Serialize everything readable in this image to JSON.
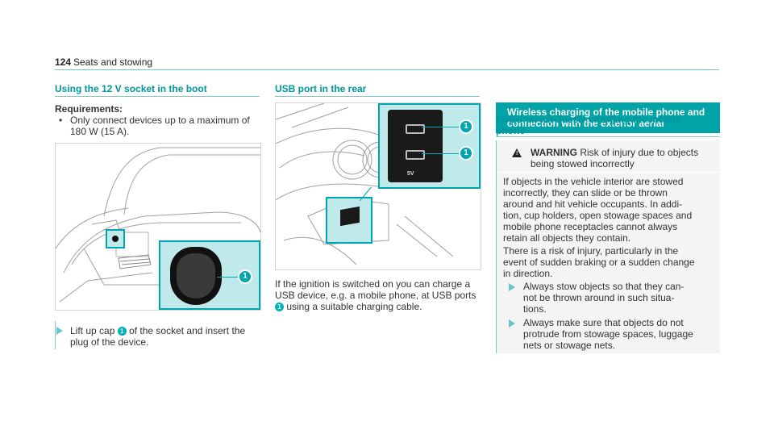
{
  "header": {
    "page_number": "124",
    "section": "Seats and stowing"
  },
  "col1": {
    "heading": "Using the 12 V socket in the boot",
    "requirements_label": "Requirements:",
    "requirement_item_1": "Only connect devices up to a maximum of",
    "requirement_item_2": "180 W (15 A).",
    "callout_number": "1",
    "step_text_a": "Lift up cap",
    "step_num": "1",
    "step_text_b": "of the socket and insert the",
    "step_text_c": "plug of the device."
  },
  "col2": {
    "heading": "USB port in the rear",
    "callout_1": "1",
    "callout_2": "1",
    "port_label": "5V",
    "text_1": "If the ignition is switched on you can charge a",
    "text_2": "USB device, e.g. a mobile phone, at USB ports",
    "text_num": "1",
    "text_3": "using a suitable charging cable."
  },
  "col3": {
    "bar_line_1": "Wireless charging of the mobile phone and",
    "bar_line_2": "connection with the exterior aerial",
    "subheading_1": "Notes on wirelessly charging the mobile",
    "subheading_2": "phone",
    "warning_label": "WARNING",
    "warning_title_1": "Risk of injury due to objects",
    "warning_title_2": "being stowed incorrectly",
    "p1": [
      "If objects in the vehicle interior are stowed",
      "incorrectly, they can slide or be thrown",
      "around and hit vehicle occupants. In addi-",
      "tion, cup holders, open stowage spaces and",
      "mobile phone receptacles cannot always",
      "retain all objects they contain."
    ],
    "p2": [
      "There is a risk of injury, particularly in the",
      "event of sudden braking or a sudden change",
      "in direction."
    ],
    "action_1": [
      "Always stow objects so that they can-",
      "not be thrown around in such situa-",
      "tions."
    ],
    "action_2": [
      "Always make sure that objects do not",
      "protrude from stowage spaces, luggage",
      "nets or stowage nets."
    ]
  },
  "colors": {
    "accent": "#00a3a6",
    "callout_fill": "#bfe9ea",
    "rule": "#7fc6c6"
  }
}
